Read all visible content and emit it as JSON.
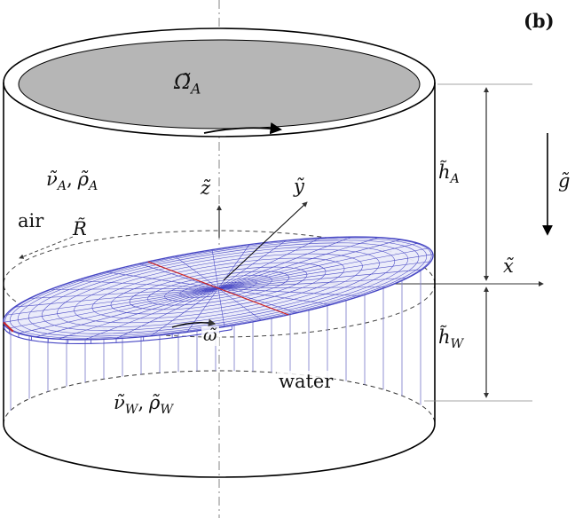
{
  "panel": {
    "label": "(b)"
  },
  "labels": {
    "lid_rotation": {
      "symbol": "Ω̃",
      "sub": "A"
    },
    "air_props": {
      "nu": "ν̃",
      "nu_sub": "A",
      "sep": ",",
      "rho": "ρ̃",
      "rho_sub": "A"
    },
    "air_region": "air",
    "radius": "R̃",
    "z_axis": "z̃",
    "y_axis": "ỹ",
    "x_axis": "x̃",
    "air_height": {
      "symbol": "h̃",
      "sub": "A"
    },
    "gravity": "g̃",
    "interface_rotation": "ω̃",
    "water_height": {
      "symbol": "h̃",
      "sub": "W"
    },
    "water_region": "water",
    "water_props": {
      "nu": "ν̃",
      "nu_sub": "W",
      "sep": ",",
      "rho": "ρ̃",
      "rho_sub": "W"
    }
  },
  "colors": {
    "outline": "#000000",
    "lid_fill": "#b6b6b6",
    "mesh_stroke": "#4747c4",
    "hatch_stroke": "#8585cf",
    "marker_red": "#cc2222",
    "reference_gray": "#888888"
  }
}
